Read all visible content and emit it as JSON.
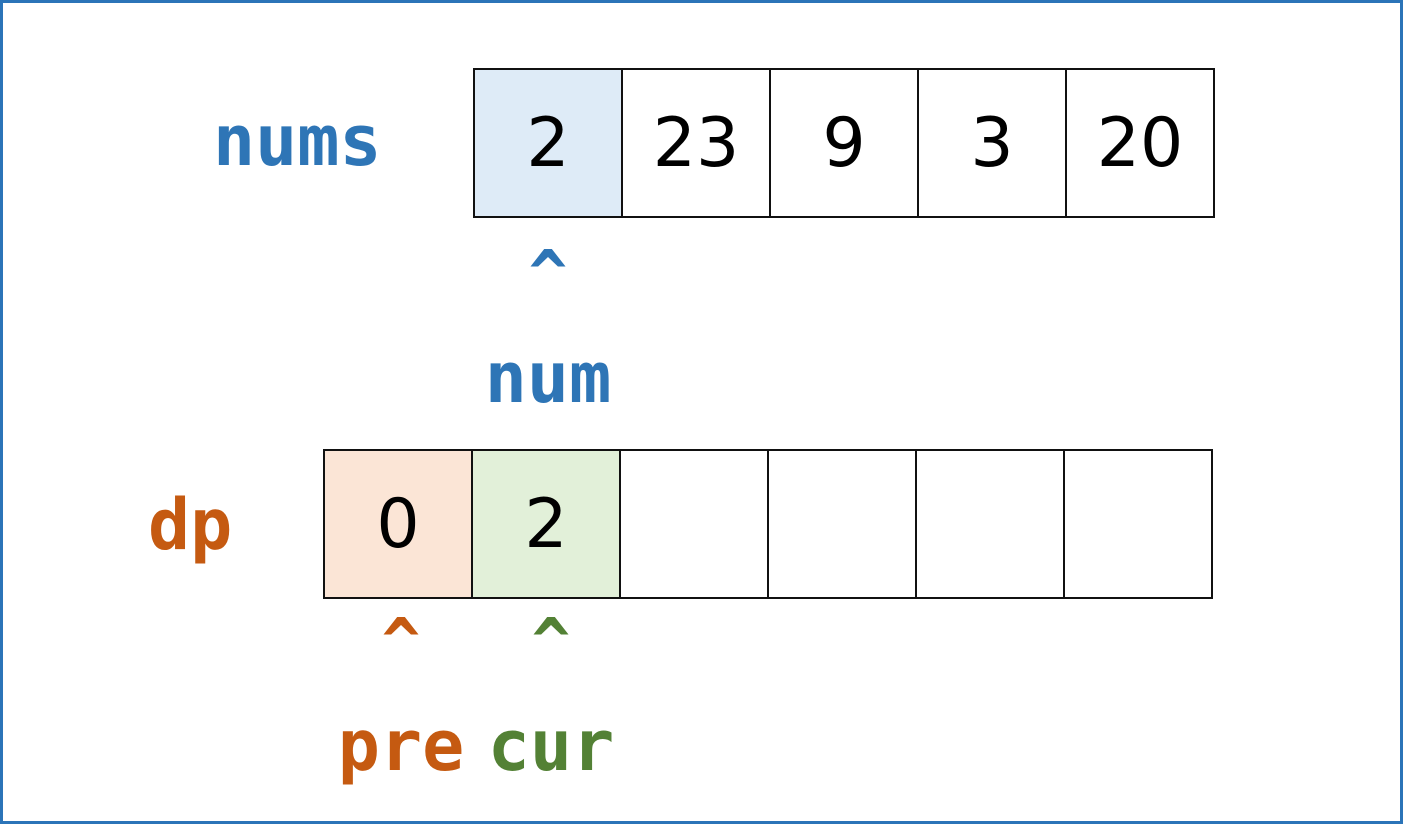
{
  "nums": {
    "label": "nums",
    "values": [
      "2",
      "23",
      "9",
      "3",
      "20"
    ],
    "highlight_index": 0
  },
  "dp": {
    "label": "dp",
    "values": [
      "0",
      "2",
      "",
      "",
      "",
      ""
    ]
  },
  "pointers": {
    "num": {
      "caret": "^",
      "label": "num"
    },
    "pre": {
      "caret": "^",
      "label": "pre"
    },
    "cur": {
      "caret": "^",
      "label": "cur"
    }
  },
  "colors": {
    "nums_label": "#2e75b6",
    "dp_label": "#c55a11",
    "cur_label": "#538135",
    "frame_border": "#2b74b8",
    "nums_highlight_fill": "#deebf7",
    "pre_cell_fill": "#fbe5d6",
    "cur_cell_fill": "#e2f0d9"
  }
}
